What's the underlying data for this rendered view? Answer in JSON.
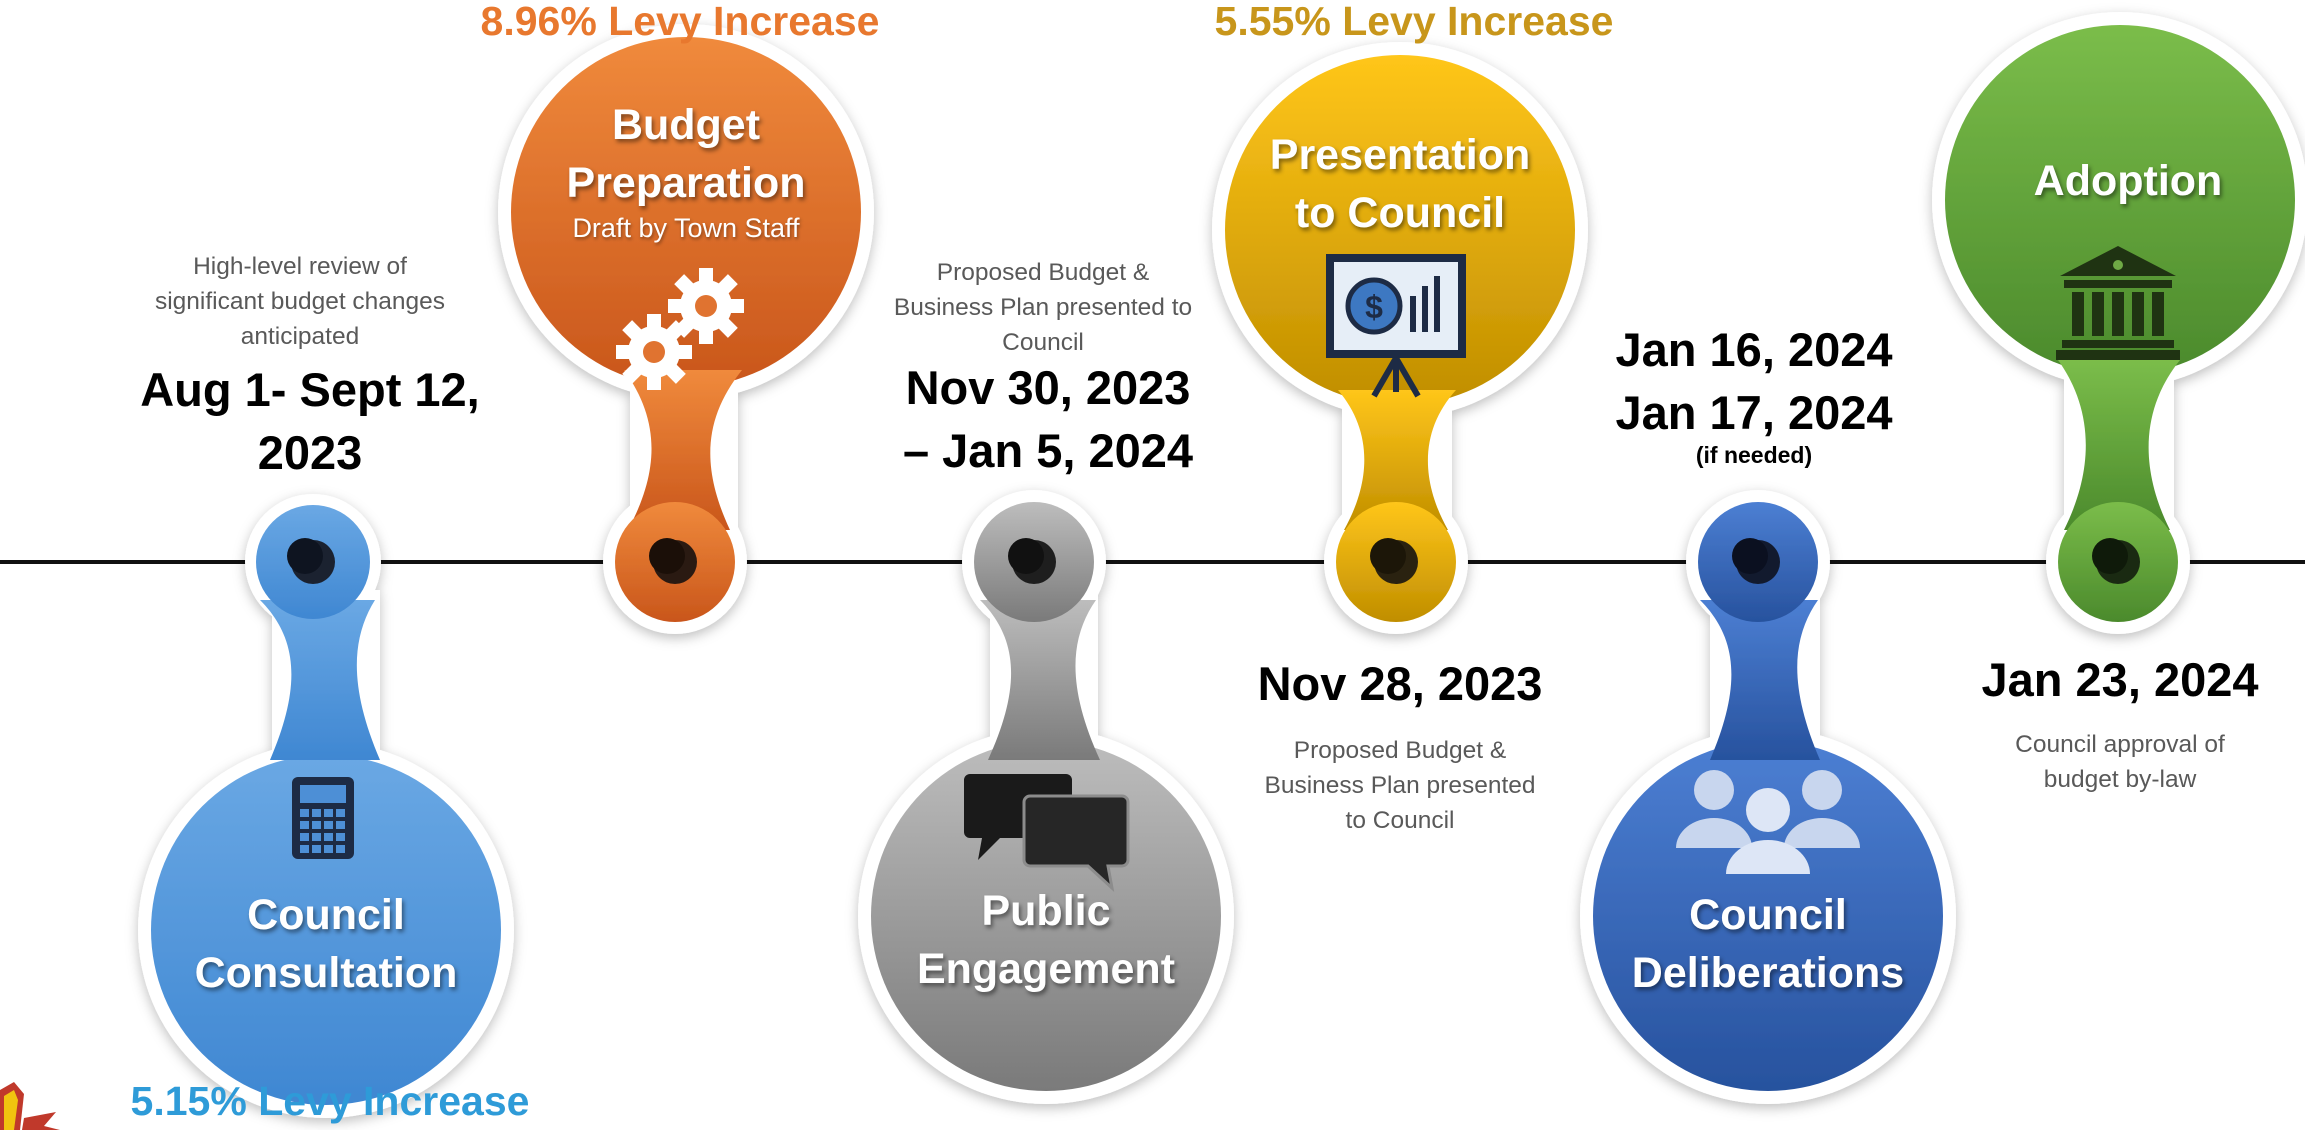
{
  "stages": [
    {
      "id": "council-consultation",
      "title": "Council Consultation",
      "title_lines": [
        "Council",
        "Consultation"
      ],
      "date_lines": [
        "Aug 1- Sept 12,",
        "2023"
      ],
      "description_lines": [
        "High-level review of",
        "significant budget changes",
        "anticipated"
      ],
      "levy": "5.15% Levy Increase",
      "color": "#4d8fd6",
      "levy_color": "#2e9bd8",
      "icon": "calculator-icon"
    },
    {
      "id": "budget-preparation",
      "title": "Budget Preparation",
      "title_lines": [
        "Budget",
        "Preparation"
      ],
      "subtitle": "Draft by Town Staff",
      "levy": "8.96% Levy Increase",
      "color": "#e8782e",
      "levy_color": "#e8782e",
      "icon": "gears-icon"
    },
    {
      "id": "public-engagement",
      "title": "Public Engagement",
      "title_lines": [
        "Public",
        "Engagement"
      ],
      "date_lines": [
        "Nov 30, 2023",
        "– Jan 5, 2024"
      ],
      "description_lines": [
        "Proposed Budget &",
        "Business Plan presented to",
        "Council"
      ],
      "color": "#a0a0a0",
      "icon": "chat-bubbles-icon"
    },
    {
      "id": "presentation-to-council",
      "title": "Presentation to Council",
      "title_lines": [
        "Presentation",
        "to Council"
      ],
      "date_lines": [
        "Nov 28, 2023"
      ],
      "description_lines": [
        "Proposed Budget &",
        "Business Plan presented",
        "to Council"
      ],
      "levy": "5.55% Levy Increase",
      "color": "#fbbd0a",
      "levy_color": "#c8961b",
      "icon": "presentation-board-icon"
    },
    {
      "id": "council-deliberations",
      "title": "Council Deliberations",
      "title_lines": [
        "Council",
        "Deliberations"
      ],
      "date_lines": [
        "Jan 16, 2024",
        "Jan 17, 2024"
      ],
      "note": "(if needed)",
      "color": "#3d6cc4",
      "icon": "people-group-icon"
    },
    {
      "id": "adoption",
      "title": "Adoption",
      "title_lines": [
        "Adoption"
      ],
      "date_lines": [
        "Jan 23, 2024"
      ],
      "description_lines": [
        "Council approval of",
        "budget by-law"
      ],
      "color": "#6faa45",
      "icon": "building-columns-icon"
    }
  ],
  "corner_logo": "town-crest-logo"
}
